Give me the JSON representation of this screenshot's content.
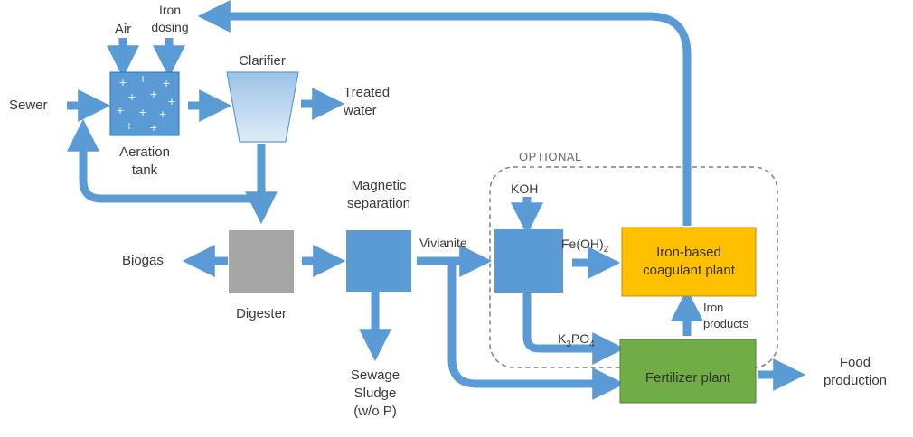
{
  "inputs": {
    "air": "Air",
    "iron_dosing_line1": "Iron",
    "iron_dosing_line2": "dosing"
  },
  "sewer": "Sewer",
  "aeration_tank": {
    "line1": "Aeration",
    "line2": "tank"
  },
  "clarifier": "Clarifier",
  "treated_water": {
    "line1": "Treated",
    "line2": "water"
  },
  "digester": "Digester",
  "biogas": "Biogas",
  "magnetic_separation": {
    "line1": "Magnetic",
    "line2": "separation"
  },
  "vivianite": "Vivianite",
  "sewage_sludge": {
    "line1": "Sewage",
    "line2": "Sludge",
    "line3": "(w/o P)"
  },
  "optional": "OPTIONAL",
  "koh": "KOH",
  "fe_oh": "Fe(OH)",
  "fe_oh_sub": "2",
  "k3po4_a": "K",
  "k3po4_sub1": "3",
  "k3po4_b": "PO",
  "k3po4_sub2": "4",
  "iron_plant": {
    "line1": "Iron-based",
    "line2": "coagulant plant"
  },
  "iron_products": {
    "line1": "Iron",
    "line2": "products"
  },
  "fertilizer_plant": "Fertilizer plant",
  "food_production": {
    "line1": "Food",
    "line2": "production"
  },
  "colors": {
    "arrow": "#5b9bd5",
    "process_box": "#5b9bd5",
    "digester": "#a5a5a5",
    "iron_plant": "#ffc000",
    "fertilizer_plant": "#70ad47"
  }
}
